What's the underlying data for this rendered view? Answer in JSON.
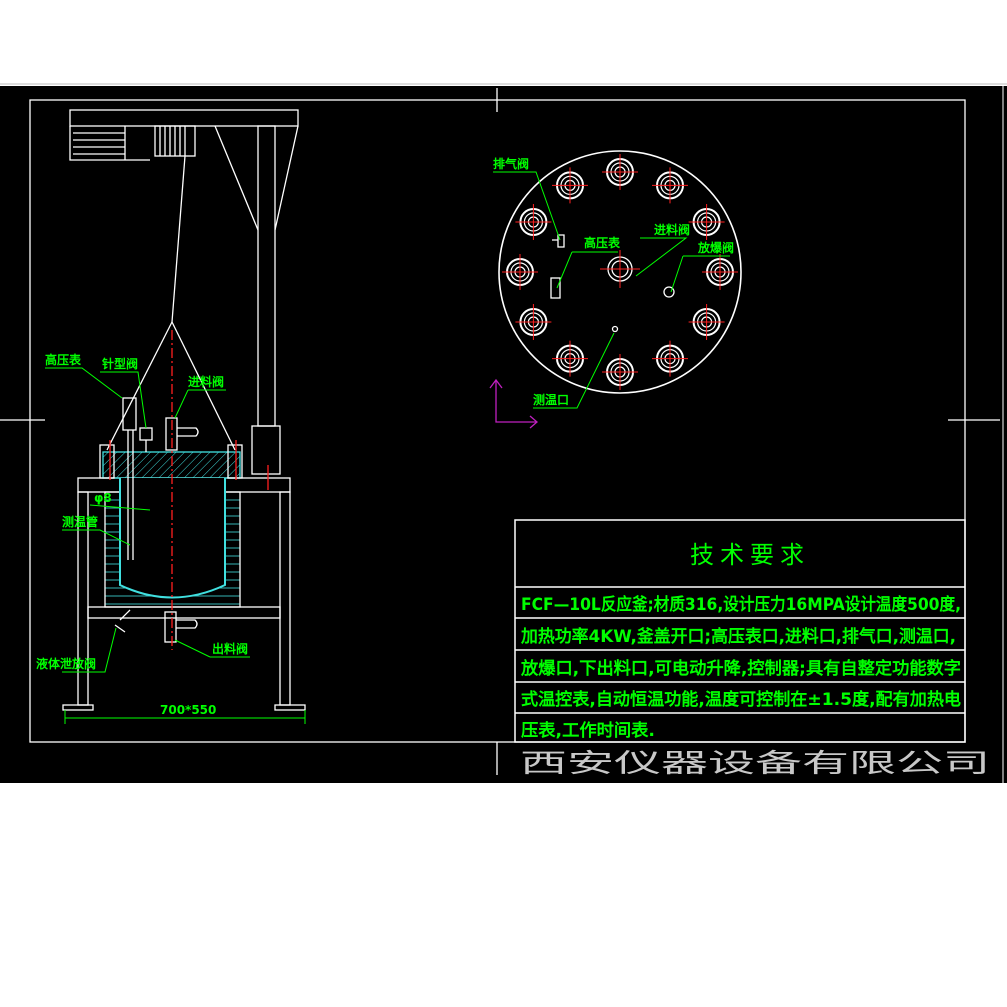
{
  "drawing": {
    "colors": {
      "background": "#000000",
      "line": "#ffffff",
      "label": "#00ff00",
      "center_line": "#ff2020",
      "hatch": "#40e0e0",
      "ucs": "#c020c0"
    },
    "elevation_labels": {
      "pressure_gauge": "高压表",
      "needle_valve": "针型阀",
      "feed_valve": "进料阀",
      "diameter": "φ8",
      "thermo_tube": "测温管",
      "drain_valve": "液体泄放阀",
      "discharge_valve": "出料阀",
      "dimension": "700*550"
    },
    "top_view_labels": {
      "vent_valve": "排气阀",
      "pressure_gauge": "高压表",
      "feed_valve": "进料阀",
      "burst_valve": "放爆阀",
      "thermo_port": "测温口"
    },
    "bolt_count": 12,
    "requirements": {
      "title": "技术要求",
      "lines": [
        "FCF—10L反应釜;材质316,设计压力16MPA设计温度500度,",
        "加热功率4KW,釜盖开口;高压表口,进料口,排气口,测温口,",
        "放爆口,下出料口,可电动升降,控制器;具有自整定功能数字",
        "式温控表,自动恒温功能,温度可控制在±1.5度,配有加热电",
        "压表,工作时间表."
      ]
    },
    "watermark": "西安仪器设备有限公司"
  }
}
